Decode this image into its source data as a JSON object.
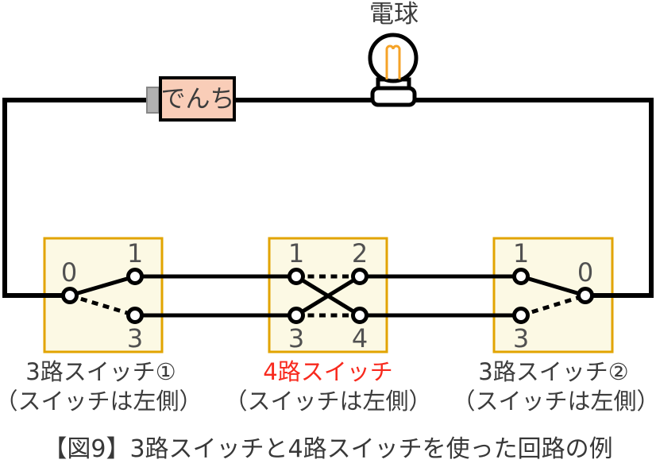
{
  "colors": {
    "wire": "#000000",
    "box_border": "#e2a400",
    "box_fill": "#fcf9e4",
    "battery_fill": "#f9cdb8",
    "battery_terminal": "#b0b0b0",
    "filament": "#f5a328",
    "label_dark": "#3c3c3c",
    "terminal_number": "#515151",
    "red_label": "#f8291d",
    "caption_color": "#383838"
  },
  "bulb": {
    "label": "電球"
  },
  "battery": {
    "label": "でんち"
  },
  "switch1": {
    "label": "3路スイッチ①",
    "sub": "（スイッチは左側）",
    "t0": "0",
    "t1": "1",
    "t3": "3"
  },
  "switch4": {
    "label": "4路スイッチ",
    "sub": "（スイッチは左側）",
    "t1": "1",
    "t2": "2",
    "t3": "3",
    "t4": "4"
  },
  "switch2": {
    "label": "3路スイッチ②",
    "sub": "（スイッチは左側）",
    "t1": "1",
    "t3": "3",
    "t0": "0"
  },
  "caption": "【図9】3路スイッチと4路スイッチを使った回路の例"
}
